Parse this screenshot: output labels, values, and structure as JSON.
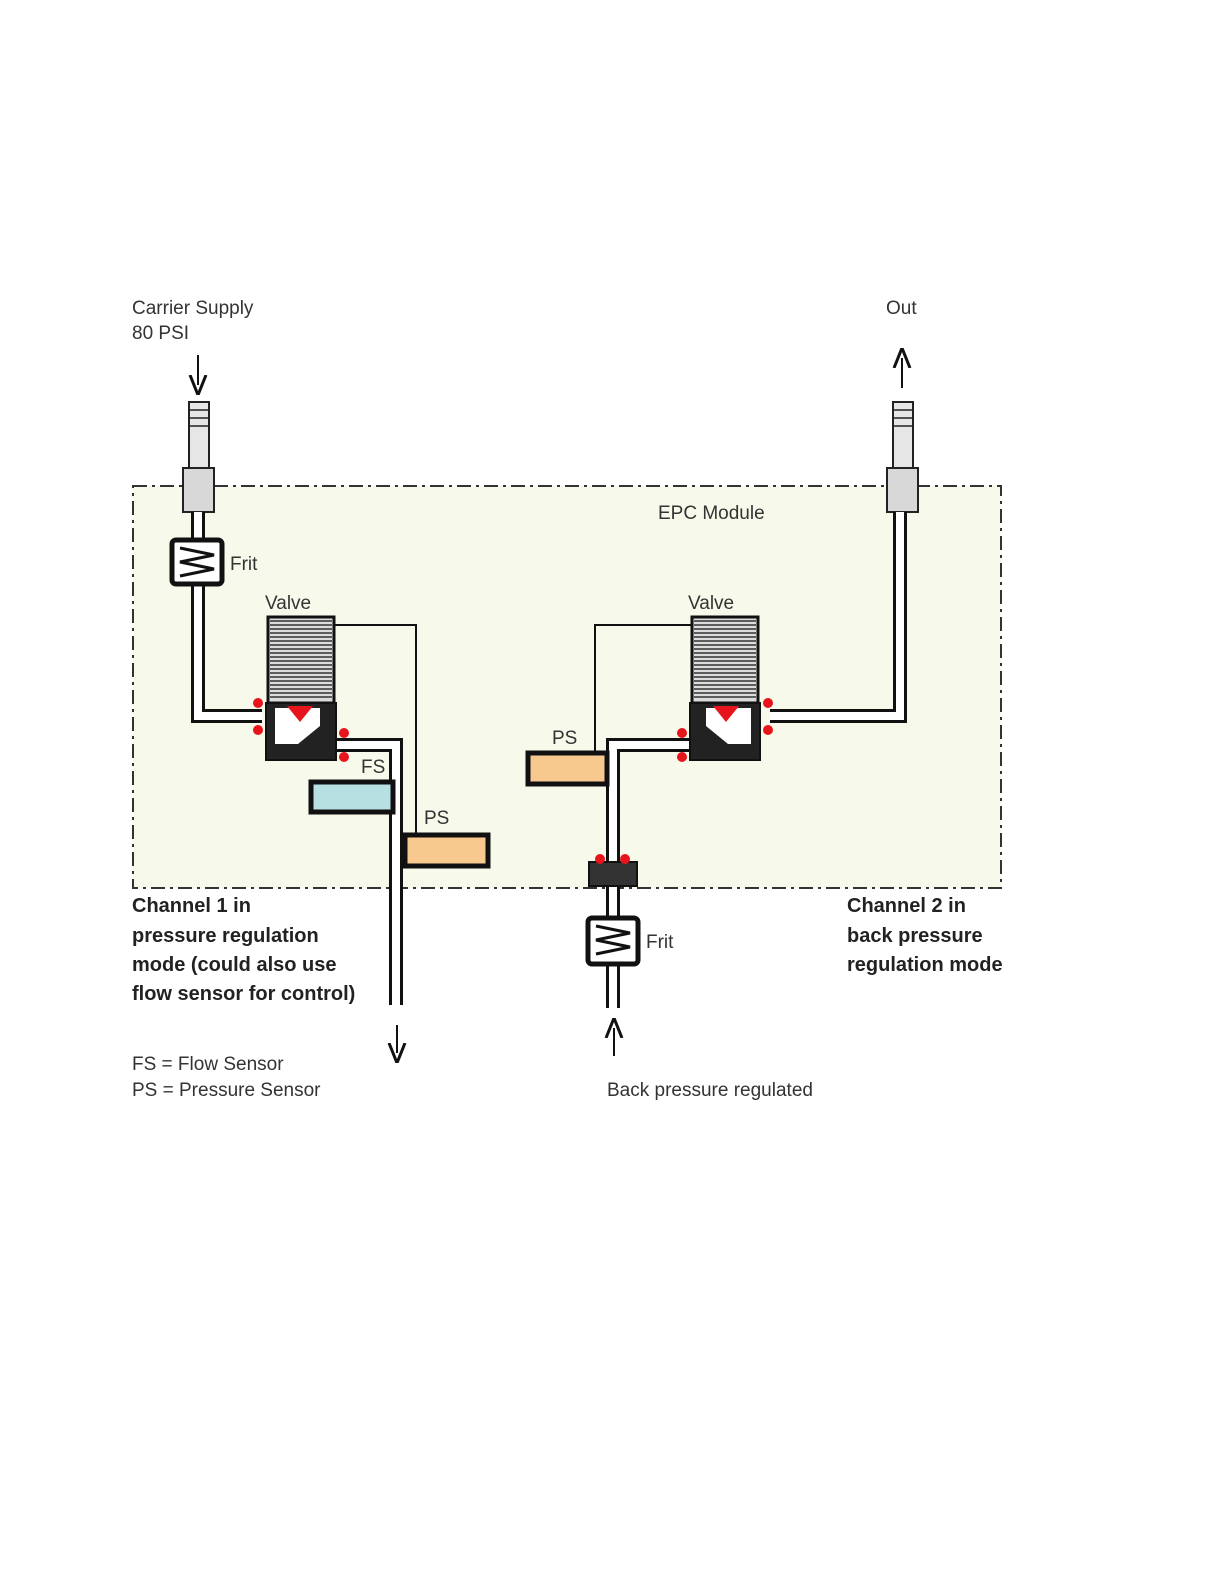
{
  "labels": {
    "carrier_supply": "Carrier Supply",
    "carrier_pressure": "80 PSI",
    "out": "Out",
    "epc_module": "EPC Module",
    "frit": "Frit",
    "valve": "Valve",
    "fs": "FS",
    "ps": "PS",
    "back_pressure_regulated": "Back pressure regulated"
  },
  "channel1": [
    "Channel 1 in",
    "pressure regulation",
    "mode (could also use",
    "flow sensor for control)"
  ],
  "channel2": [
    "Channel 2 in",
    "back pressure",
    "regulation mode"
  ],
  "legend": [
    "FS = Flow Sensor",
    "PS = Pressure Sensor"
  ],
  "colors": {
    "module_fill": "#f7f9ea",
    "flow_sensor": "#b7e0e2",
    "pressure_sensor": "#f7c98f",
    "seal": "#e8141b",
    "outline": "#111111"
  }
}
